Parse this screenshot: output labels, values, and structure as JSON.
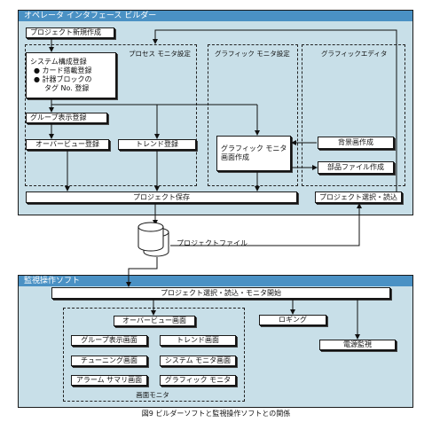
{
  "builder": {
    "title": "オペレータ インタフェース ビルダー",
    "project_new": "プロジェクト新規作成",
    "process_monitor_settings": "プロセス モニタ設定",
    "graphic_monitor_settings": "グラフィック モニタ設定",
    "graphic_editor": "グラフィックエディタ",
    "system_config": {
      "line1": "システム構成登録",
      "line2": "● カード搭載登録",
      "line3": "● 計器ブロックの",
      "line4": "タグ No. 登録"
    },
    "group_display": "グループ表示登録",
    "overview_reg": "オーバービュー登録",
    "trend_reg": "トレンド登録",
    "graphic_monitor_screen": {
      "line1": "グラフィック モニタ",
      "line2": "画面作成"
    },
    "background_screen": "背景画作成",
    "parts_file": "部品ファイル作成",
    "project_save": "プロジェクト保存",
    "project_select_read": "プロジェクト選択・読込"
  },
  "project_file": "プロジェクトファイル",
  "monitor_soft": {
    "title": "監視操作ソフト",
    "project_select_monitor_start": "プロジェクト選択・読込・モニタ開始",
    "overview_screen": "オーバービュー画面",
    "group_display_screen": "グループ表示画面",
    "trend_screen": "トレンド画面",
    "tuning_screen": "チューニング画面",
    "system_monitor_screen": "システム モニタ画面",
    "alarm_summary_screen": "アラーム サマリ画面",
    "graphic_monitor": "グラフィック モニタ",
    "screen_monitor": "画面モニタ",
    "logging": "ロギング",
    "power_monitor": "電源監視"
  },
  "caption": "図9 ビルダーソフトと監視操作ソフトとの関係"
}
